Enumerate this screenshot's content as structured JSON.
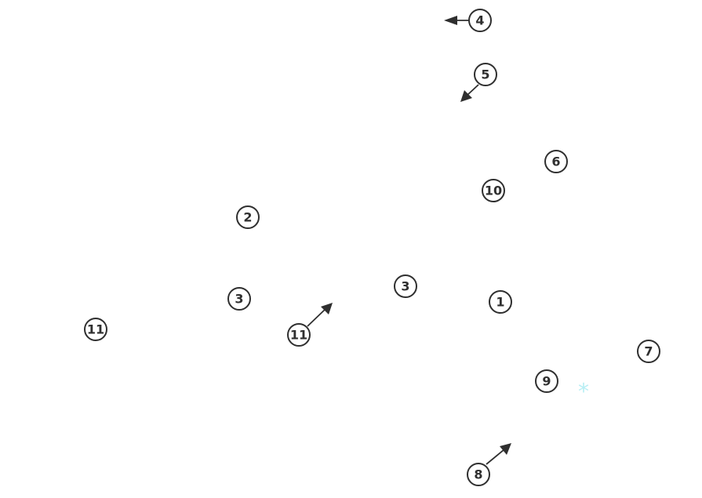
{
  "markers": [
    {
      "id": "m1",
      "label": "1"
    },
    {
      "id": "m2",
      "label": "2"
    },
    {
      "id": "m3a",
      "label": "3"
    },
    {
      "id": "m3b",
      "label": "3"
    },
    {
      "id": "m4",
      "label": "4"
    },
    {
      "id": "m5",
      "label": "5"
    },
    {
      "id": "m6",
      "label": "6"
    },
    {
      "id": "m7",
      "label": "7"
    },
    {
      "id": "m8",
      "label": "8"
    },
    {
      "id": "m9",
      "label": "9"
    },
    {
      "id": "m10",
      "label": "10"
    },
    {
      "id": "m11a",
      "label": "11"
    },
    {
      "id": "m11b",
      "label": "11"
    }
  ],
  "star": {
    "glyph": "*",
    "color": "#b7eef4"
  },
  "colors": {
    "ink": "#2f2f2f",
    "background": "#ffffff"
  }
}
